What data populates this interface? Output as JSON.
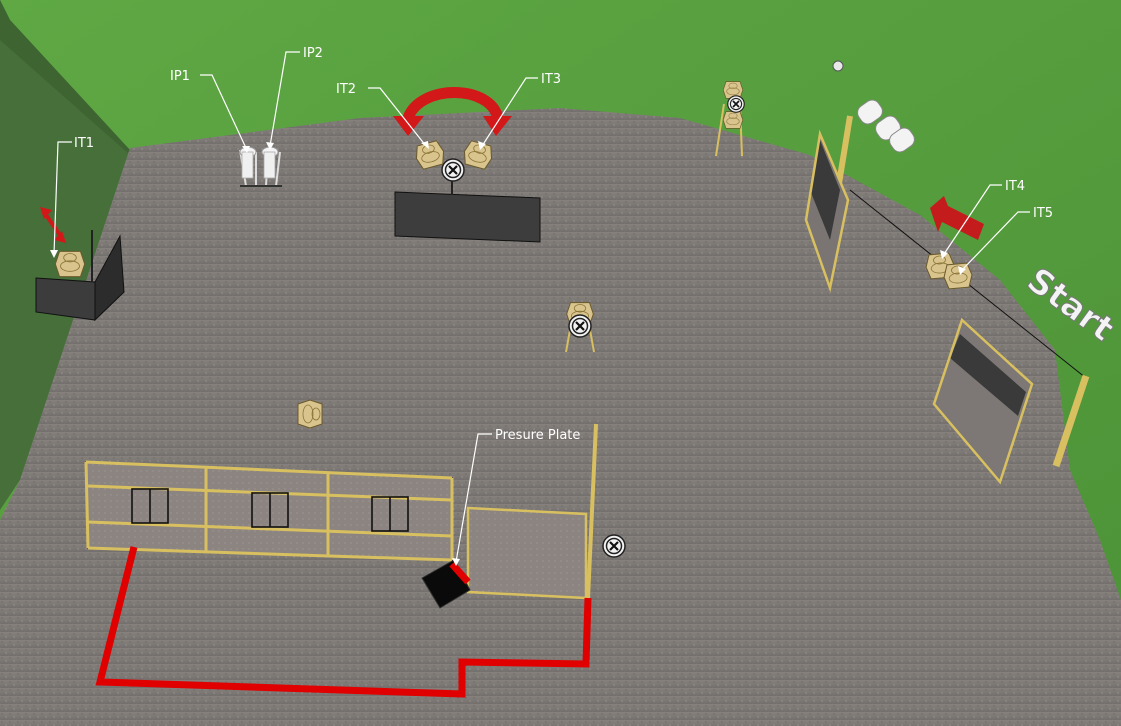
{
  "colors": {
    "grass": "#5ea845",
    "grass_dark": "#3d7a2c",
    "ground": "#7e7a77",
    "left_wall": "#4a7a3e",
    "fault_line": "#e00000",
    "target_tan": "#d9c48e",
    "post_wood": "#d8c060",
    "panel_dark": "#4a4a4a",
    "arrow_red": "#d21818"
  },
  "icons": {
    "no_shoot_marker": "x-circle-icon",
    "double_arrow": "double-arrow-icon",
    "swing_arrow": "curved-arrow-icon",
    "direction_arrow": "arrow-left-icon"
  },
  "callouts": {
    "ip1": "IP1",
    "ip2": "IP2",
    "it1": "IT1",
    "it2": "IT2",
    "it3": "IT3",
    "it4": "IT4",
    "it5": "IT5",
    "pressure_plate": "Presure Plate"
  },
  "sign": {
    "start": "Start"
  }
}
